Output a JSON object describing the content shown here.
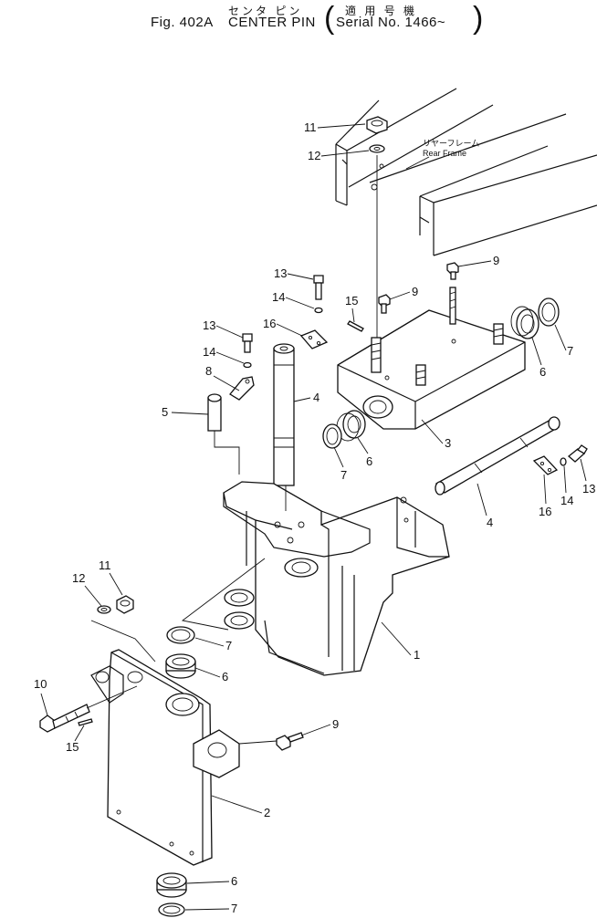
{
  "title": {
    "jp_name": "センタ ピン",
    "jp_serial": "適 用 号 機",
    "fig": "Fig. 402A",
    "name": "CENTER PIN",
    "serial": "Serial No. 1466~"
  },
  "annotations": {
    "rear_frame_jp": "リヤーフレーム",
    "rear_frame_en": "Rear Frame"
  },
  "callouts": [
    "11",
    "12",
    "13",
    "14",
    "16",
    "15",
    "9",
    "9",
    "13",
    "14",
    "8",
    "4",
    "5",
    "3",
    "7",
    "6",
    "7",
    "6",
    "4",
    "16",
    "14",
    "13",
    "1",
    "11",
    "12",
    "7",
    "6",
    "10",
    "15",
    "9",
    "2",
    "6",
    "7"
  ]
}
